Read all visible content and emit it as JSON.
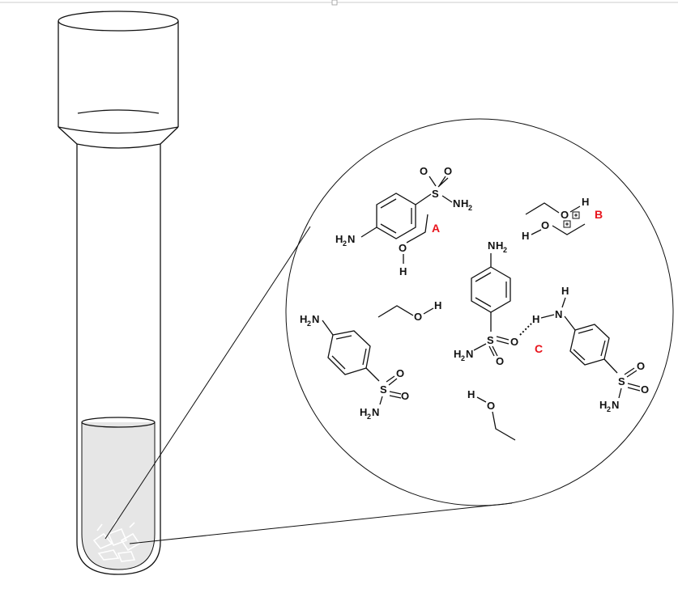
{
  "labels": {
    "marker_a": "A",
    "marker_b": "B",
    "marker_c": "C"
  },
  "atoms": {
    "n": "N",
    "h": "H",
    "o": "O",
    "s": "S",
    "h2": "H",
    "two": "2"
  },
  "colors": {
    "marker": "#e8141c",
    "liquid": "#e6e6e6",
    "stroke": "#111111"
  }
}
